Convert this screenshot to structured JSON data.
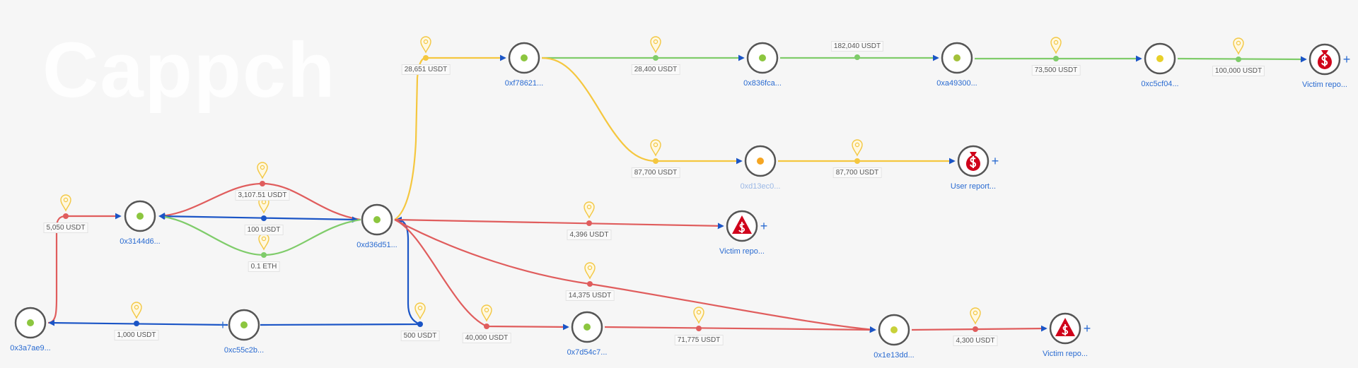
{
  "watermark": "Cappch",
  "colors": {
    "red": "#e05d5d",
    "green": "#7fcc6a",
    "yellow": "#f5c73f",
    "blue": "#1b55c6",
    "pin": "#f3c845",
    "node_stroke": "#555555",
    "label": "#2a6bd1"
  },
  "nodes": [
    {
      "id": "n0",
      "label": "0x3a7ae9...",
      "type": "address",
      "dot": "#8cc63f"
    },
    {
      "id": "n1",
      "label": "0x3144d6...",
      "type": "address",
      "dot": "#8cc63f"
    },
    {
      "id": "n2",
      "label": "0xc55c2b...",
      "type": "address",
      "dot": "#8cc63f",
      "plus": "+"
    },
    {
      "id": "n3",
      "label": "0xd36d51...",
      "type": "address",
      "dot": "#8cc63f"
    },
    {
      "id": "n4",
      "label": "0xf78621...",
      "type": "address",
      "dot": "#8cc63f"
    },
    {
      "id": "n5",
      "label": "0x836fca...",
      "type": "address",
      "dot": "#8cc63f"
    },
    {
      "id": "n6",
      "label": "0xa49300...",
      "type": "address",
      "dot": "#a3c13a"
    },
    {
      "id": "n7",
      "label": "0xc5cf04...",
      "type": "address",
      "dot": "#e8d02a"
    },
    {
      "id": "n8",
      "label": "Victim repo...",
      "type": "money-bag",
      "dot": "#d0021b",
      "plus": "+"
    },
    {
      "id": "n9",
      "label": "0xd13ec0...",
      "type": "address",
      "dot": "#f5a623",
      "faded": true
    },
    {
      "id": "n10",
      "label": "User report...",
      "type": "money-bag",
      "dot": "#d0021b",
      "plus": "+"
    },
    {
      "id": "n11",
      "label": "Victim repo...",
      "type": "warning-dollar",
      "dot": "#d0021b",
      "plus": "+"
    },
    {
      "id": "n12",
      "label": "0x7d54c7...",
      "type": "address",
      "dot": "#8cc63f"
    },
    {
      "id": "n13",
      "label": "0x1e13dd...",
      "type": "address",
      "dot": "#c8d13a"
    },
    {
      "id": "n14",
      "label": "Victim repo...",
      "type": "warning-dollar",
      "dot": "#d0021b",
      "plus": "+"
    }
  ],
  "edges": [
    {
      "from": "n0",
      "to": "n1",
      "amount": "5,050 USDT",
      "color": "red",
      "pin": true
    },
    {
      "from": "n3",
      "to": "n1",
      "amount": "3,107.51 USDT",
      "color": "red",
      "pin": true
    },
    {
      "from": "n1",
      "to": "n3",
      "amount": "100 USDT",
      "color": "blue",
      "pin": true
    },
    {
      "from": "n3",
      "to": "n1",
      "amount": "0.1 ETH",
      "color": "green",
      "pin": true
    },
    {
      "from": "n2",
      "to": "n0",
      "amount": "1,000 USDT",
      "color": "blue",
      "pin": true
    },
    {
      "from": "n2",
      "to": "n3",
      "amount": "500 USDT",
      "color": "blue",
      "pin": true
    },
    {
      "from": "n3",
      "to": "n4",
      "amount": "28,651 USDT",
      "color": "yellow",
      "pin": true
    },
    {
      "from": "n4",
      "to": "n5",
      "amount": "28,400 USDT",
      "color": "green",
      "pin": true
    },
    {
      "from": "n5",
      "to": "n6",
      "amount": "182,040 USDT",
      "color": "green",
      "pin": false
    },
    {
      "from": "n6",
      "to": "n7",
      "amount": "73,500 USDT",
      "color": "green",
      "pin": true
    },
    {
      "from": "n7",
      "to": "n8",
      "amount": "100,000 USDT",
      "color": "green",
      "pin": true
    },
    {
      "from": "n4",
      "to": "n9",
      "amount": "87,700 USDT",
      "color": "yellow",
      "pin": true
    },
    {
      "from": "n9",
      "to": "n10",
      "amount": "87,700 USDT",
      "color": "yellow",
      "pin": true
    },
    {
      "from": "n3",
      "to": "n11",
      "amount": "4,396 USDT",
      "color": "red",
      "pin": true
    },
    {
      "from": "n3",
      "to": "n13",
      "amount": "14,375 USDT",
      "color": "red",
      "pin": true
    },
    {
      "from": "n3",
      "to": "n12",
      "amount": "40,000 USDT",
      "color": "red",
      "pin": true
    },
    {
      "from": "n12",
      "to": "n13",
      "amount": "71,775 USDT",
      "color": "red",
      "pin": true
    },
    {
      "from": "n13",
      "to": "n14",
      "amount": "4,300 USDT",
      "color": "red",
      "pin": true
    }
  ]
}
